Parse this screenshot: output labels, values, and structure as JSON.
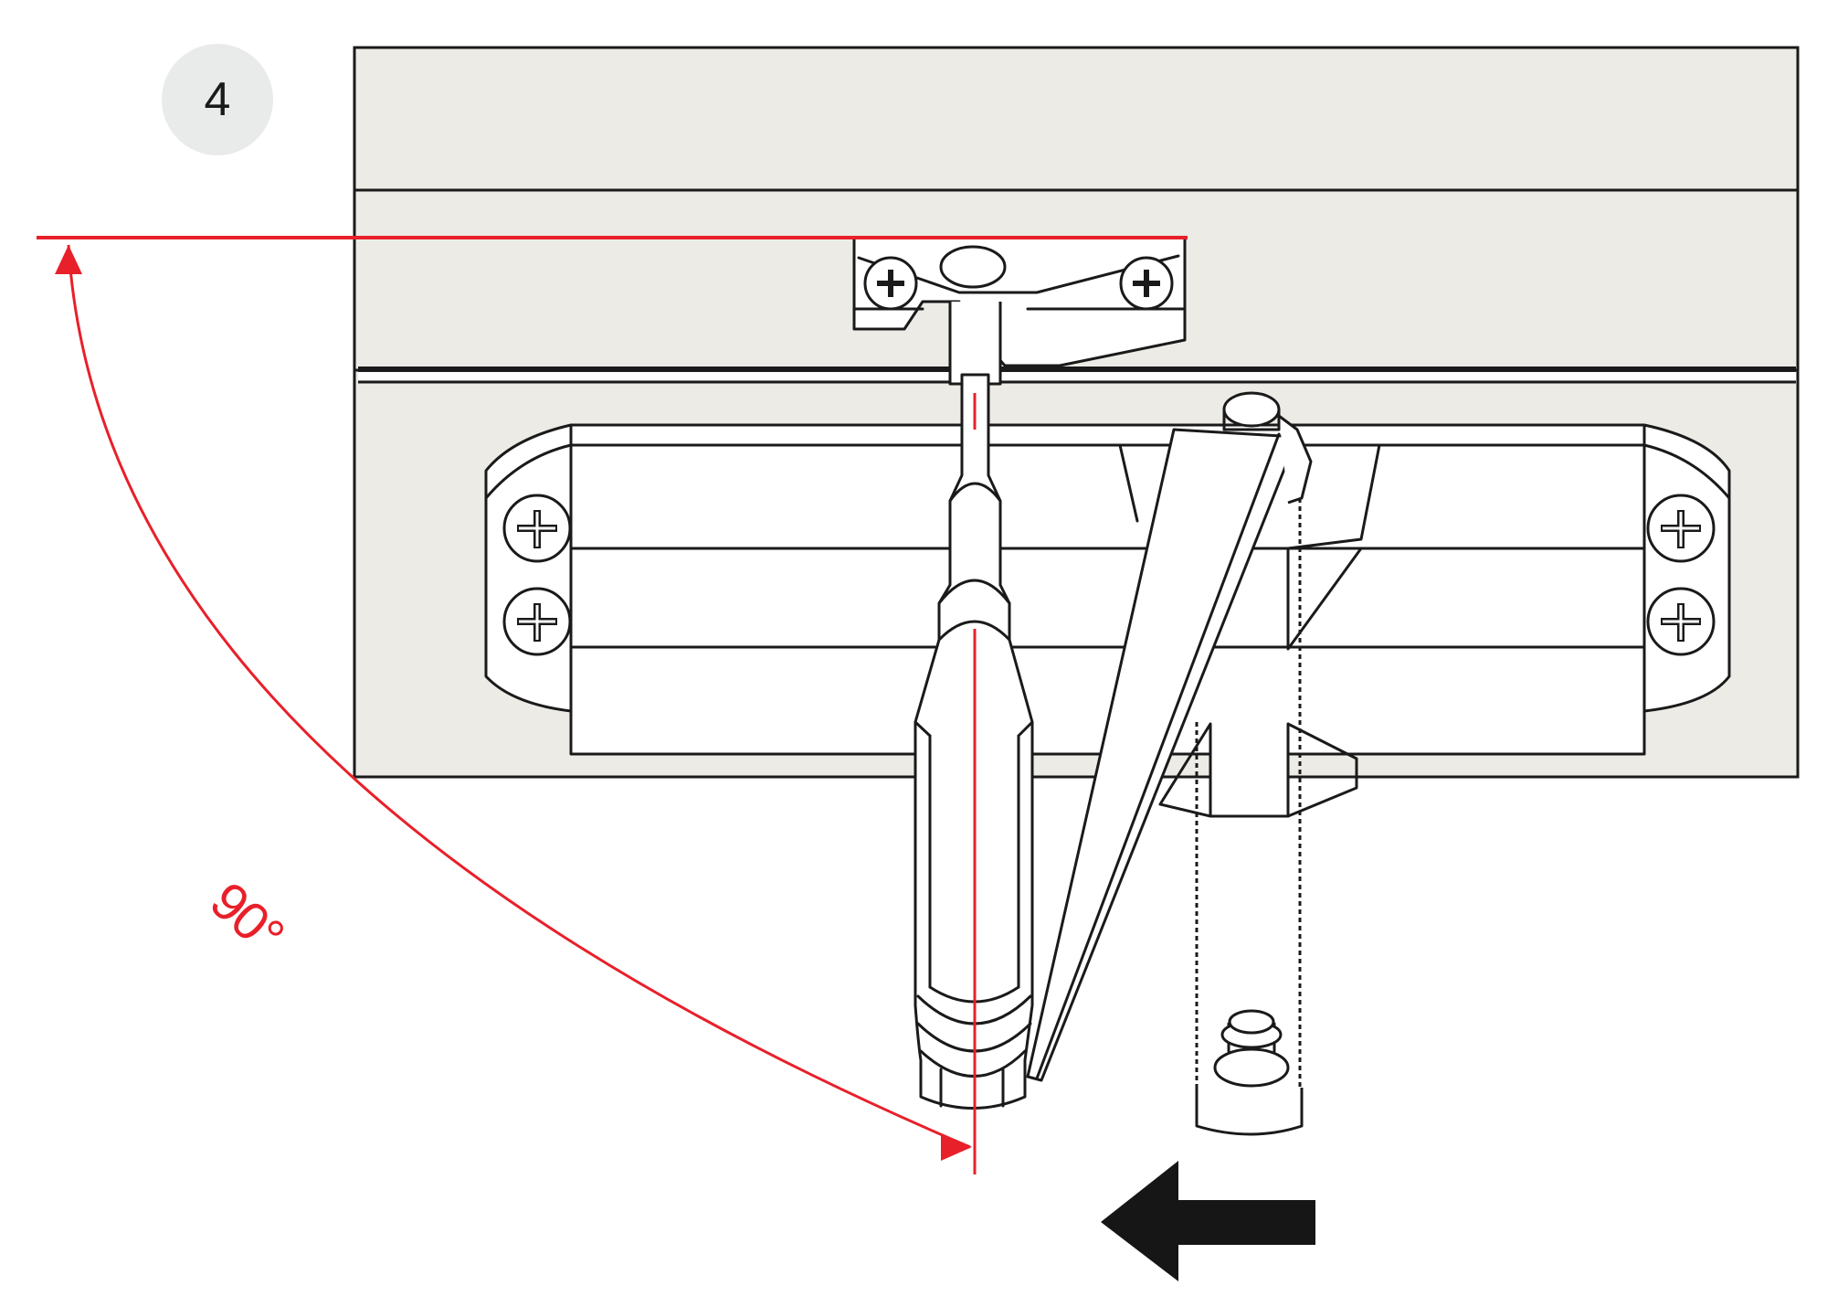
{
  "step": {
    "number": "4"
  },
  "annotation": {
    "angle_label": "90°",
    "angle_degrees": 90
  },
  "colors": {
    "annotation": "#e8202a",
    "outline": "#1a1a1a",
    "door_fill": "#ecebe5",
    "part_fill": "#ffffff",
    "badge_fill": "#e9eaea"
  },
  "diagram": {
    "subject": "Door closer with arm assembly, top view",
    "elements": [
      "door frame / lintel",
      "door leaf",
      "arm shoe bracket with 2 screws",
      "adjustable link arm",
      "main arm",
      "closer body with 4 screws",
      "adjustment valve",
      "direction arrow (left)",
      "90° angle dimension"
    ],
    "direction_arrow": "left"
  }
}
